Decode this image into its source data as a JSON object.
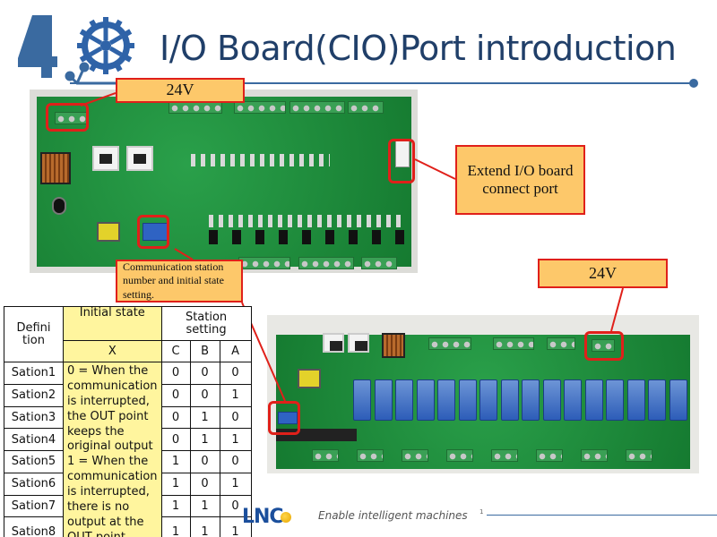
{
  "slide": {
    "title": "I/O Board(CIO)Port introduction",
    "logo": {
      "mark": "4",
      "icon": "gear-icon"
    },
    "colors": {
      "title": "#203f69",
      "accent": "#3a6aa0",
      "callout_fill": "#fdc86a",
      "callout_border": "#e0201a",
      "table_highlight": "#fff59e"
    }
  },
  "callouts": {
    "power_top": "24V",
    "extend_port": "Extend I/O board connect port",
    "comm_station": "Communication station number and initial state setting.",
    "power_bottom": "24V"
  },
  "table": {
    "header": {
      "definition": "Defini tion",
      "initial_state": "Initial state",
      "station_setting": "Station setting",
      "x": "X",
      "c": "C",
      "b": "B",
      "a": "A"
    },
    "initial_state_desc": "0 = When the communication is interrupted, the OUT point keeps the original output 1 = When the communication is interrupted, there is no output at the OUT point",
    "rows": [
      {
        "name": "Sation1",
        "c": "0",
        "b": "0",
        "a": "0"
      },
      {
        "name": "Sation2",
        "c": "0",
        "b": "0",
        "a": "1"
      },
      {
        "name": "Sation3",
        "c": "0",
        "b": "1",
        "a": "0"
      },
      {
        "name": "Sation4",
        "c": "0",
        "b": "1",
        "a": "1"
      },
      {
        "name": "Sation5",
        "c": "1",
        "b": "0",
        "a": "0"
      },
      {
        "name": "Sation6",
        "c": "1",
        "b": "0",
        "a": "1"
      },
      {
        "name": "Sation7",
        "c": "1",
        "b": "1",
        "a": "0"
      },
      {
        "name": "Sation8",
        "c": "1",
        "b": "1",
        "a": "1"
      }
    ]
  },
  "footer": {
    "brand": "LNC",
    "tagline": "Enable  intelligent  machines",
    "page_number": "1"
  }
}
